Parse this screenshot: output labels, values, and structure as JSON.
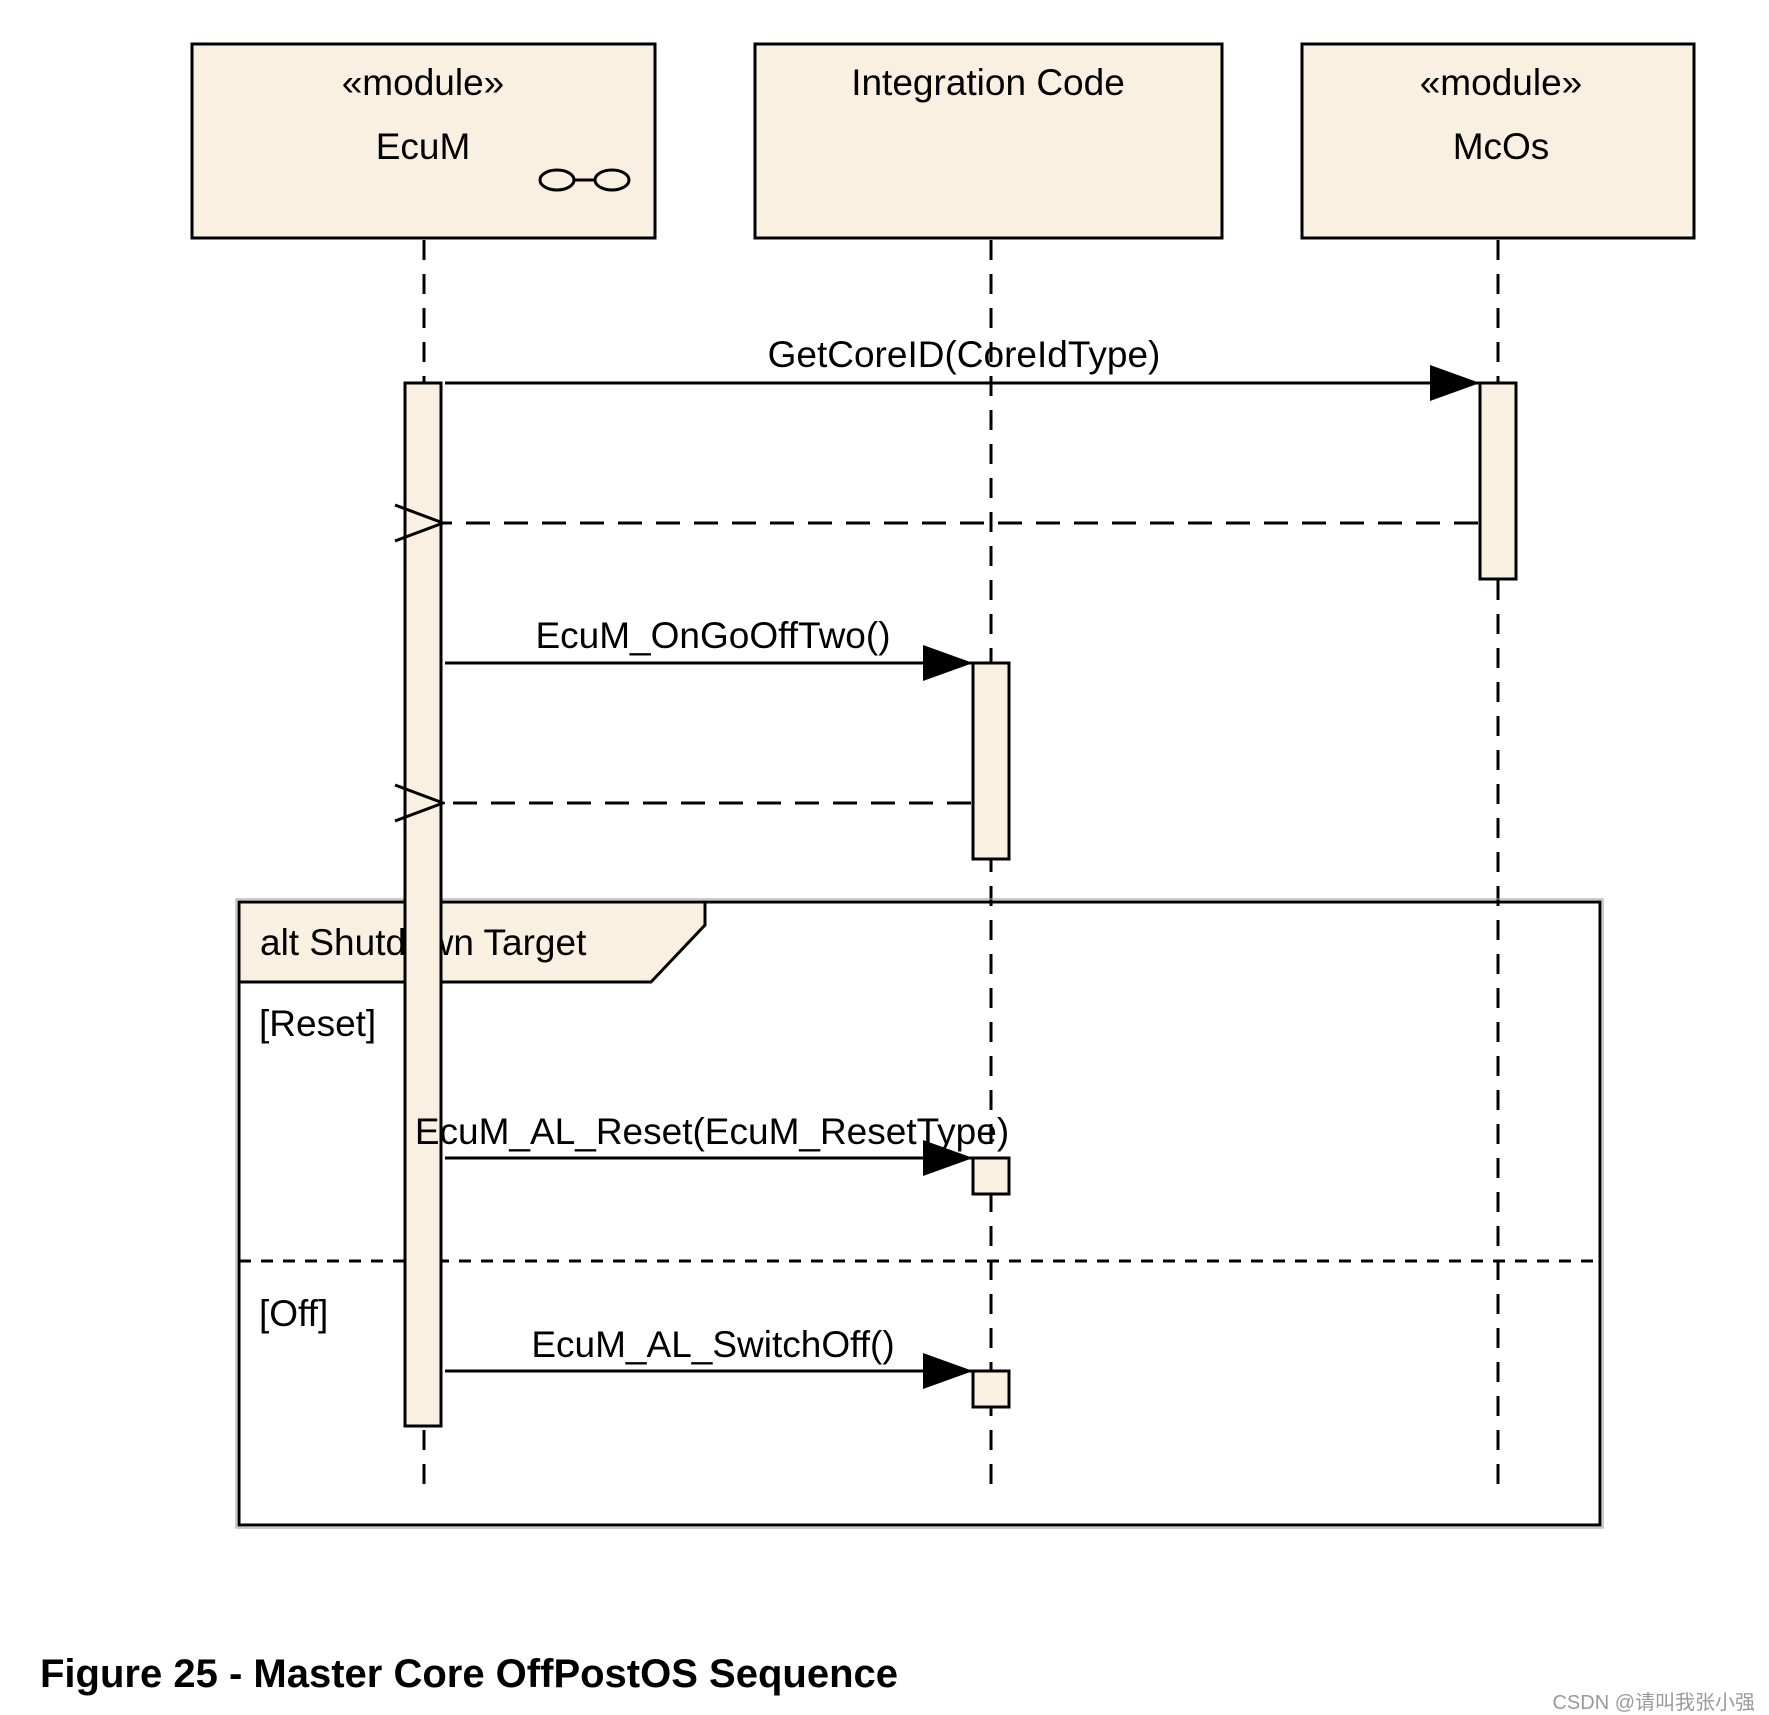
{
  "lifelines": {
    "ecum": {
      "stereotype": "«module»",
      "name": "EcuM"
    },
    "integration": {
      "name": "Integration Code"
    },
    "mcos": {
      "stereotype": "«module»",
      "name": "McOs"
    }
  },
  "messages": {
    "get_core_id": "GetCoreID(CoreIdType)",
    "on_go_off_two": "EcuM_OnGoOffTwo()",
    "al_reset": "EcuM_AL_Reset(EcuM_ResetType)",
    "al_switch_off": "EcuM_AL_SwitchOff()"
  },
  "fragment": {
    "title": "alt Shutdown Target",
    "guard_reset": "[Reset]",
    "guard_off": "[Off]"
  },
  "caption": "Figure 25 - Master Core OffPostOS Sequence",
  "watermark": "CSDN @请叫我张小强",
  "colors": {
    "box_fill": "#faf0e2",
    "line": "#000000"
  }
}
